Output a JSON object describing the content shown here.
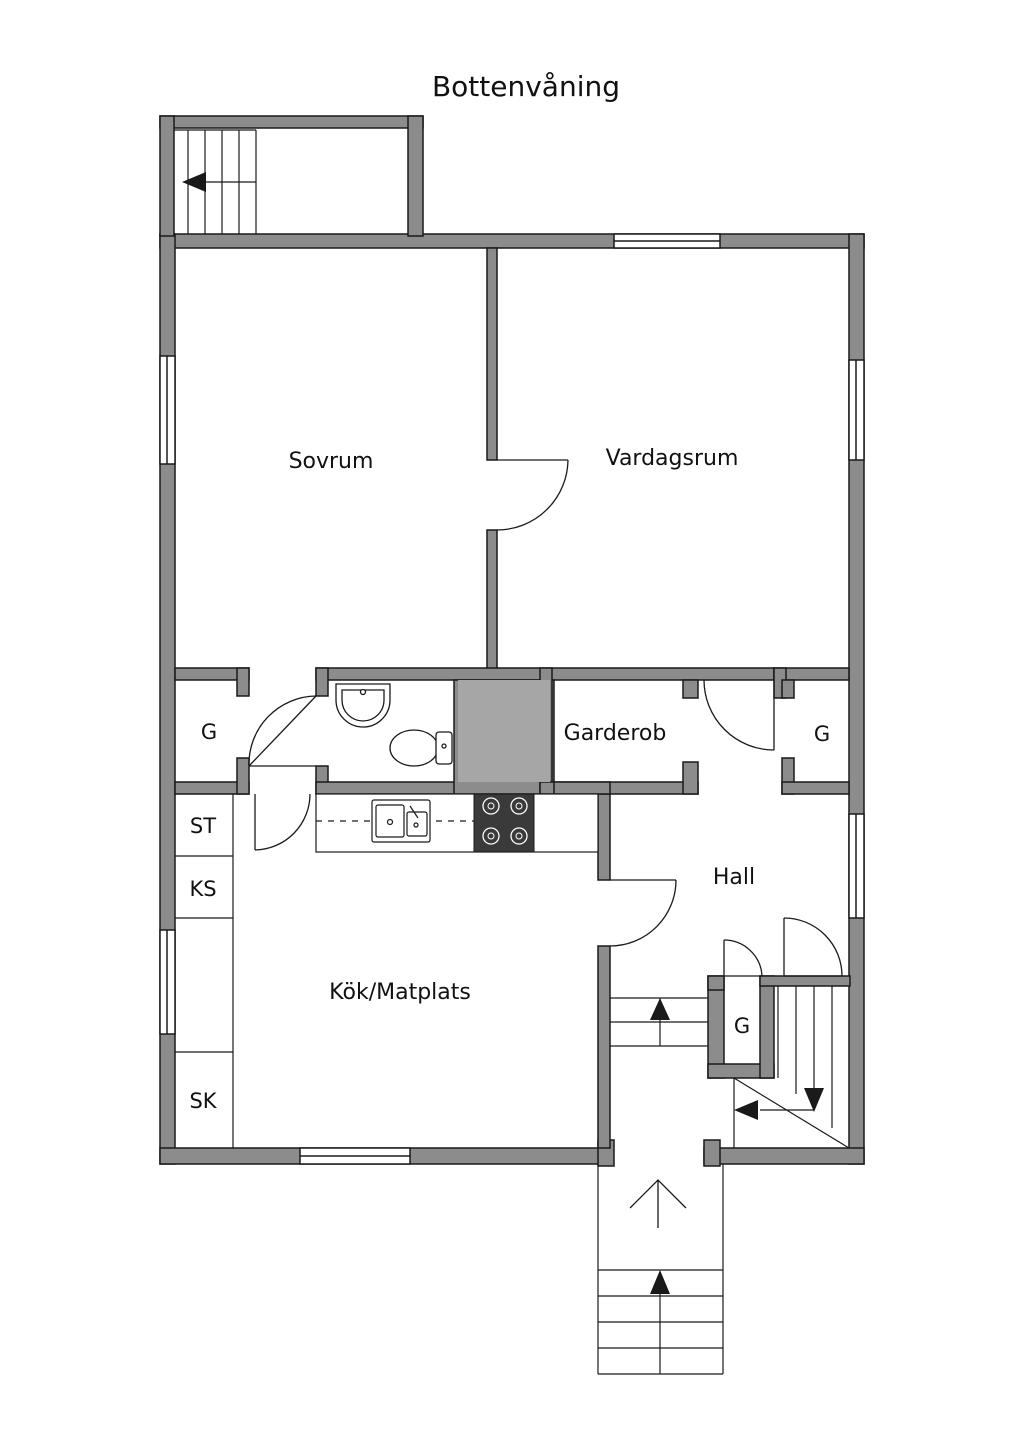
{
  "plan": {
    "title": "Bottenvåning",
    "colors": {
      "wall": "#8c8c8c",
      "wall_stroke": "#1a1a1a",
      "shaft": "#a6a6a6",
      "stove": "#3a3a3a",
      "line": "#1a1a1a"
    },
    "rooms": {
      "sovrum": "Sovrum",
      "vardagsrum": "Vardagsrum",
      "garderob": "Garderob",
      "hall": "Hall",
      "kok": "Kök/Matplats"
    },
    "closets": {
      "g_left": "G",
      "g_right": "G",
      "g_stair": "G",
      "st": "ST",
      "ks": "KS",
      "sk": "SK"
    },
    "icons": [
      "stair-arrow-icon",
      "door-swing-icon",
      "window-icon",
      "sink-icon",
      "toilet-icon",
      "stove-icon",
      "entrance-arrow-icon"
    ]
  }
}
